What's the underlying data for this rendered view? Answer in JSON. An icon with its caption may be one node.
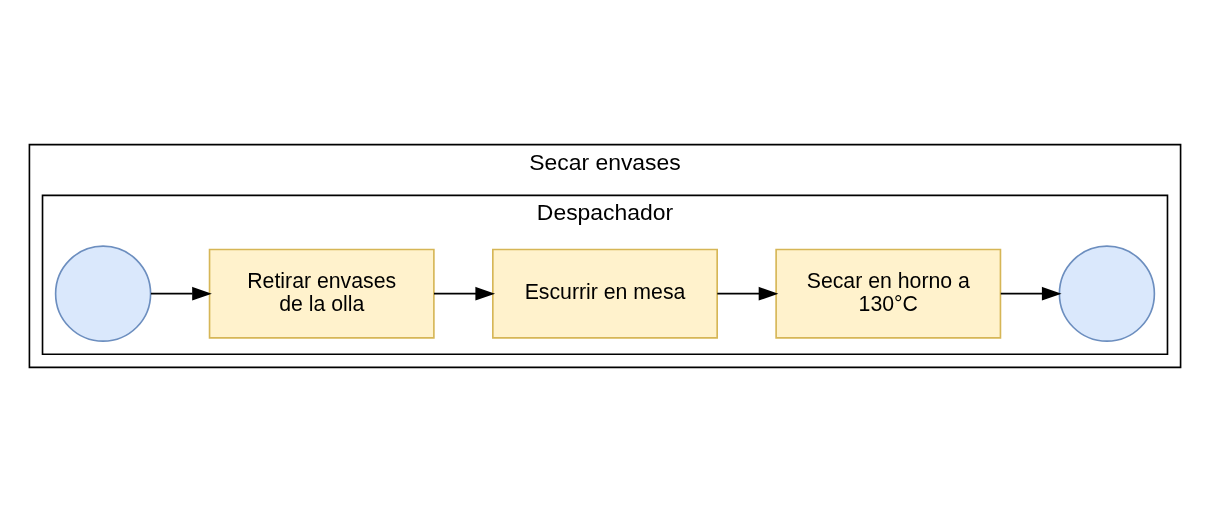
{
  "diagram": {
    "nodes": [
      {
        "text": [
          "Secar envases"
        ]
      },
      {
        "text": [
          "Despachador"
        ],
        "in": 0
      },
      {
        "text": [],
        "shape": "circle",
        "in": 1
      },
      {
        "text": [
          "Retirar envases de la olla"
        ],
        "in": 1
      },
      {
        "text": [
          "Escurrir en mesa"
        ],
        "in": 1
      },
      {
        "text": [
          "Secar en horno a 130°C"
        ],
        "in": 1
      },
      {
        "text": [],
        "shape": "circle",
        "in": 1
      }
    ],
    "edges": [
      {
        "from": 2,
        "to": 3,
        "arrow": "to"
      },
      {
        "from": 3,
        "to": 4,
        "arrow": "to"
      },
      {
        "from": 4,
        "to": 5,
        "arrow": "to"
      },
      {
        "from": 5,
        "to": 6,
        "arrow": "to"
      }
    ]
  }
}
